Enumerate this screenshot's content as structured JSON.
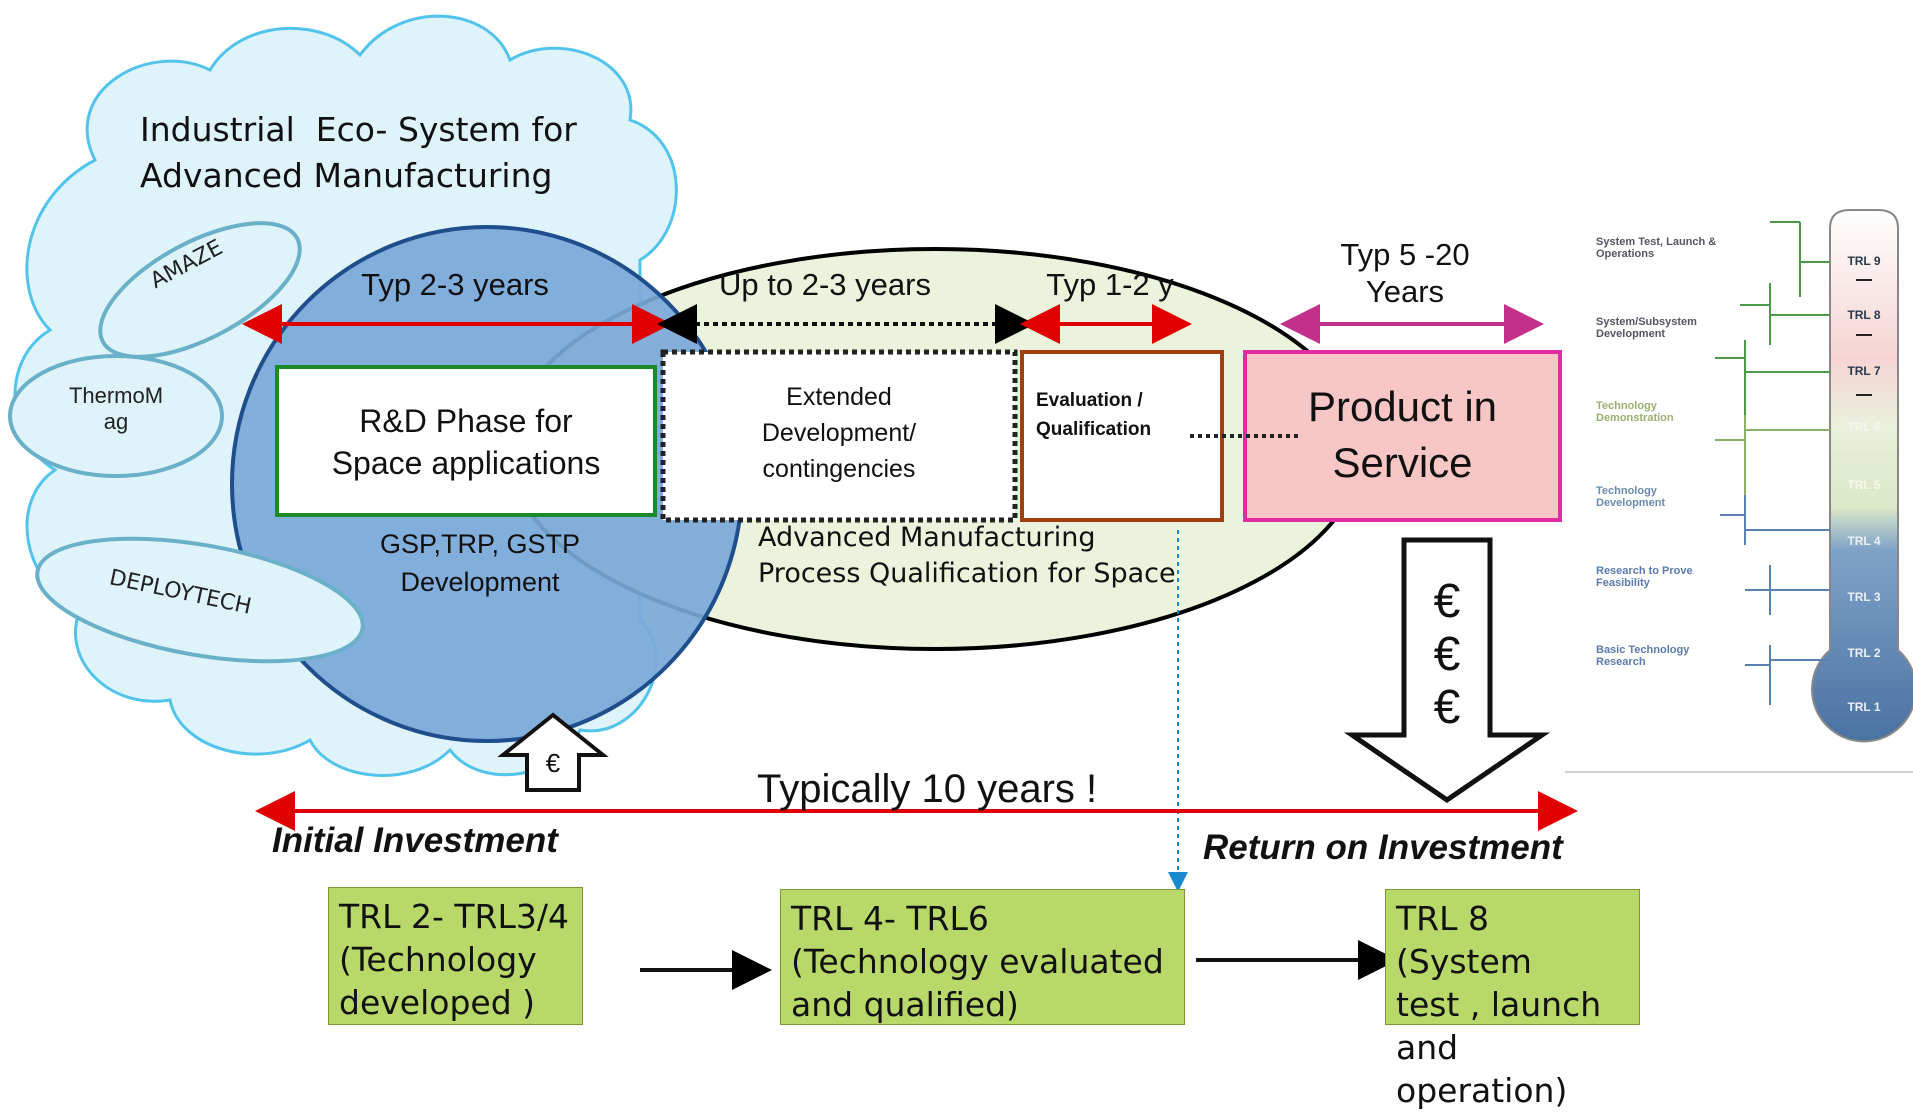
{
  "ecosystem": {
    "title_line1": "Industrial  Eco- System for",
    "title_line2": "Advanced Manufacturing",
    "bubbles": [
      "AMAZE",
      "ThermoM\nag",
      "DEPLOYTECH"
    ]
  },
  "rd_phase": {
    "duration": "Typ 2-3 years",
    "box_line1": "R&D Phase for",
    "box_line2": "Space applications",
    "programmes_line1": "GSP,TRP, GSTP",
    "programmes_line2": "Development"
  },
  "extended": {
    "duration": "Up to 2-3 years",
    "box_line1": "Extended",
    "box_line2": "Development/",
    "box_line3": "contingencies"
  },
  "evaluation": {
    "duration": "Typ 1-2 y",
    "box_line1": "Evaluation /",
    "box_line2": "Qualification"
  },
  "qualification_label_line1": "Advanced Manufacturing",
  "qualification_label_line2": "Process Qualification for Space",
  "service": {
    "duration_line1": "Typ 5 -20",
    "duration_line2": "Years",
    "box_line1": "Product in",
    "box_line2": "Service"
  },
  "euro_symbol": "€",
  "return_arrow_symbols": [
    "€",
    "€",
    "€"
  ],
  "timeline": {
    "label": "Typically 10 years !",
    "left_label": "Initial Investment",
    "right_label": "Return on Investment"
  },
  "trl_boxes": [
    {
      "line1": "TRL 2- TRL3/4",
      "line2": "(Technology",
      "line3": "developed )"
    },
    {
      "line1": "TRL 4- TRL6",
      "line2": "(Technology evaluated",
      "line3": "and qualified)"
    },
    {
      "line1": "TRL 8 (System",
      "line2": "test , launch",
      "line3": "and operation)"
    }
  ],
  "trl_scale": {
    "categories": [
      "System Test, Launch & Operations",
      "System/Subsystem Development",
      "Technology Demonstration",
      "Technology Development",
      "Research to Prove Feasibility",
      "Basic Technology Research"
    ],
    "levels": [
      "TRL 9",
      "TRL 8",
      "TRL 7",
      "TRL 6",
      "TRL 5",
      "TRL 4",
      "TRL 3",
      "TRL 2",
      "TRL 1"
    ],
    "colors": {
      "top": "#f8d8d8",
      "middle": "#dfe9c8",
      "bottom": "#5a82b0"
    }
  }
}
